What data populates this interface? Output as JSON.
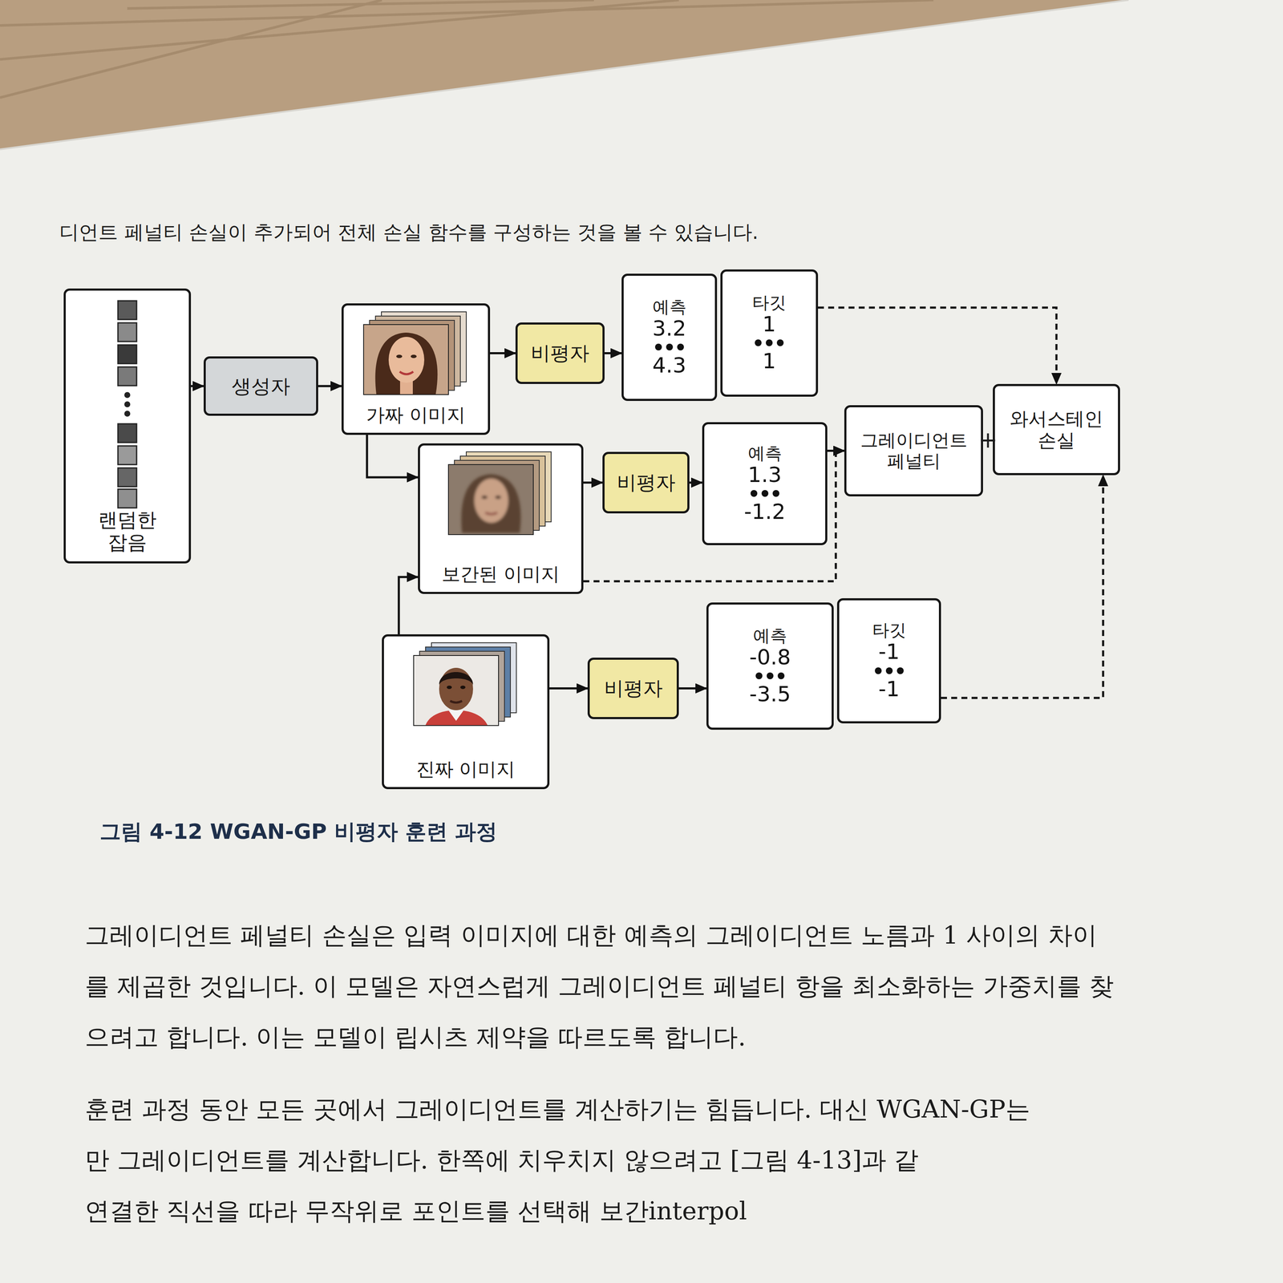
{
  "diagram": {
    "caption": "그림 4-12 WGAN-GP 비평자 훈련 과정",
    "nodes": [
      {
        "text": [
          "랜덤한 잡음"
        ]
      },
      {
        "text": [
          "생성자"
        ]
      },
      {
        "text": [
          "가짜 이미지"
        ]
      },
      {
        "text": [
          "비평자"
        ]
      },
      {
        "text": [
          "예측",
          "3.2",
          "4.3"
        ]
      },
      {
        "text": [
          "타깃",
          "1",
          "1"
        ]
      },
      {
        "text": [
          "보간된 이미지"
        ]
      },
      {
        "text": [
          "비평자"
        ]
      },
      {
        "text": [
          "예측",
          "1.3",
          "-1.2"
        ]
      },
      {
        "text": [
          "그레이디언트 페널티"
        ]
      },
      {
        "text": [
          "와서스테인 손실"
        ]
      },
      {
        "text": [
          "진짜 이미지"
        ]
      },
      {
        "text": [
          "비평자"
        ]
      },
      {
        "text": [
          "예측",
          "-0.8",
          "-3.5"
        ]
      },
      {
        "text": [
          "타깃",
          "-1",
          "-1"
        ]
      }
    ],
    "edges": [
      {
        "from": 0,
        "to": 1,
        "arrow": "to"
      },
      {
        "from": 1,
        "to": 2,
        "arrow": "to"
      },
      {
        "from": 2,
        "to": 3,
        "arrow": "to"
      },
      {
        "from": 3,
        "to": 4,
        "arrow": "to"
      },
      {
        "from": 2,
        "to": 6,
        "arrow": "to"
      },
      {
        "from": 11,
        "to": 6,
        "arrow": "to"
      },
      {
        "from": 6,
        "to": 7,
        "arrow": "to"
      },
      {
        "from": 7,
        "to": 8,
        "arrow": "to"
      },
      {
        "from": 8,
        "to": 9,
        "arrow": "to"
      },
      {
        "from": 6,
        "to": 9,
        "arrow": "to"
      },
      {
        "from": 11,
        "to": 12,
        "arrow": "to"
      },
      {
        "from": 12,
        "to": 13,
        "arrow": "to"
      },
      {
        "from": 5,
        "to": 10,
        "arrow": "to"
      },
      {
        "from": 14,
        "to": 10,
        "arrow": "to"
      }
    ],
    "labels": [
      "디언트 페널티 손실이 추가되어 전체 손실 함수를 구성하는 것을 볼 수 있습니다.",
      "+",
      "그레이디언트 페널티 손실은 입력 이미지에 대한 예측의 그레이디언트 노름과 1 사이의 차이",
      "를 제곱한 것입니다. 이 모델은 자연스럽게 그레이디언트 페널티 항을 최소화하는 가중치를 찾",
      "으려고 합니다. 이는 모델이 립시츠 제약을 따르도록 합니다.",
      "훈련 과정 동안 모든 곳에서 그레이디언트를 계산하기는 힘듭니다. 대신 WGAN-GP는",
      "만 그레이디언트를 계산합니다. 한쪽에 치우치지 않으려고 [그림 4-13]과 같",
      "연결한 직선을 따라 무작위로 포인트를 선택해 보간interpol"
    ]
  }
}
